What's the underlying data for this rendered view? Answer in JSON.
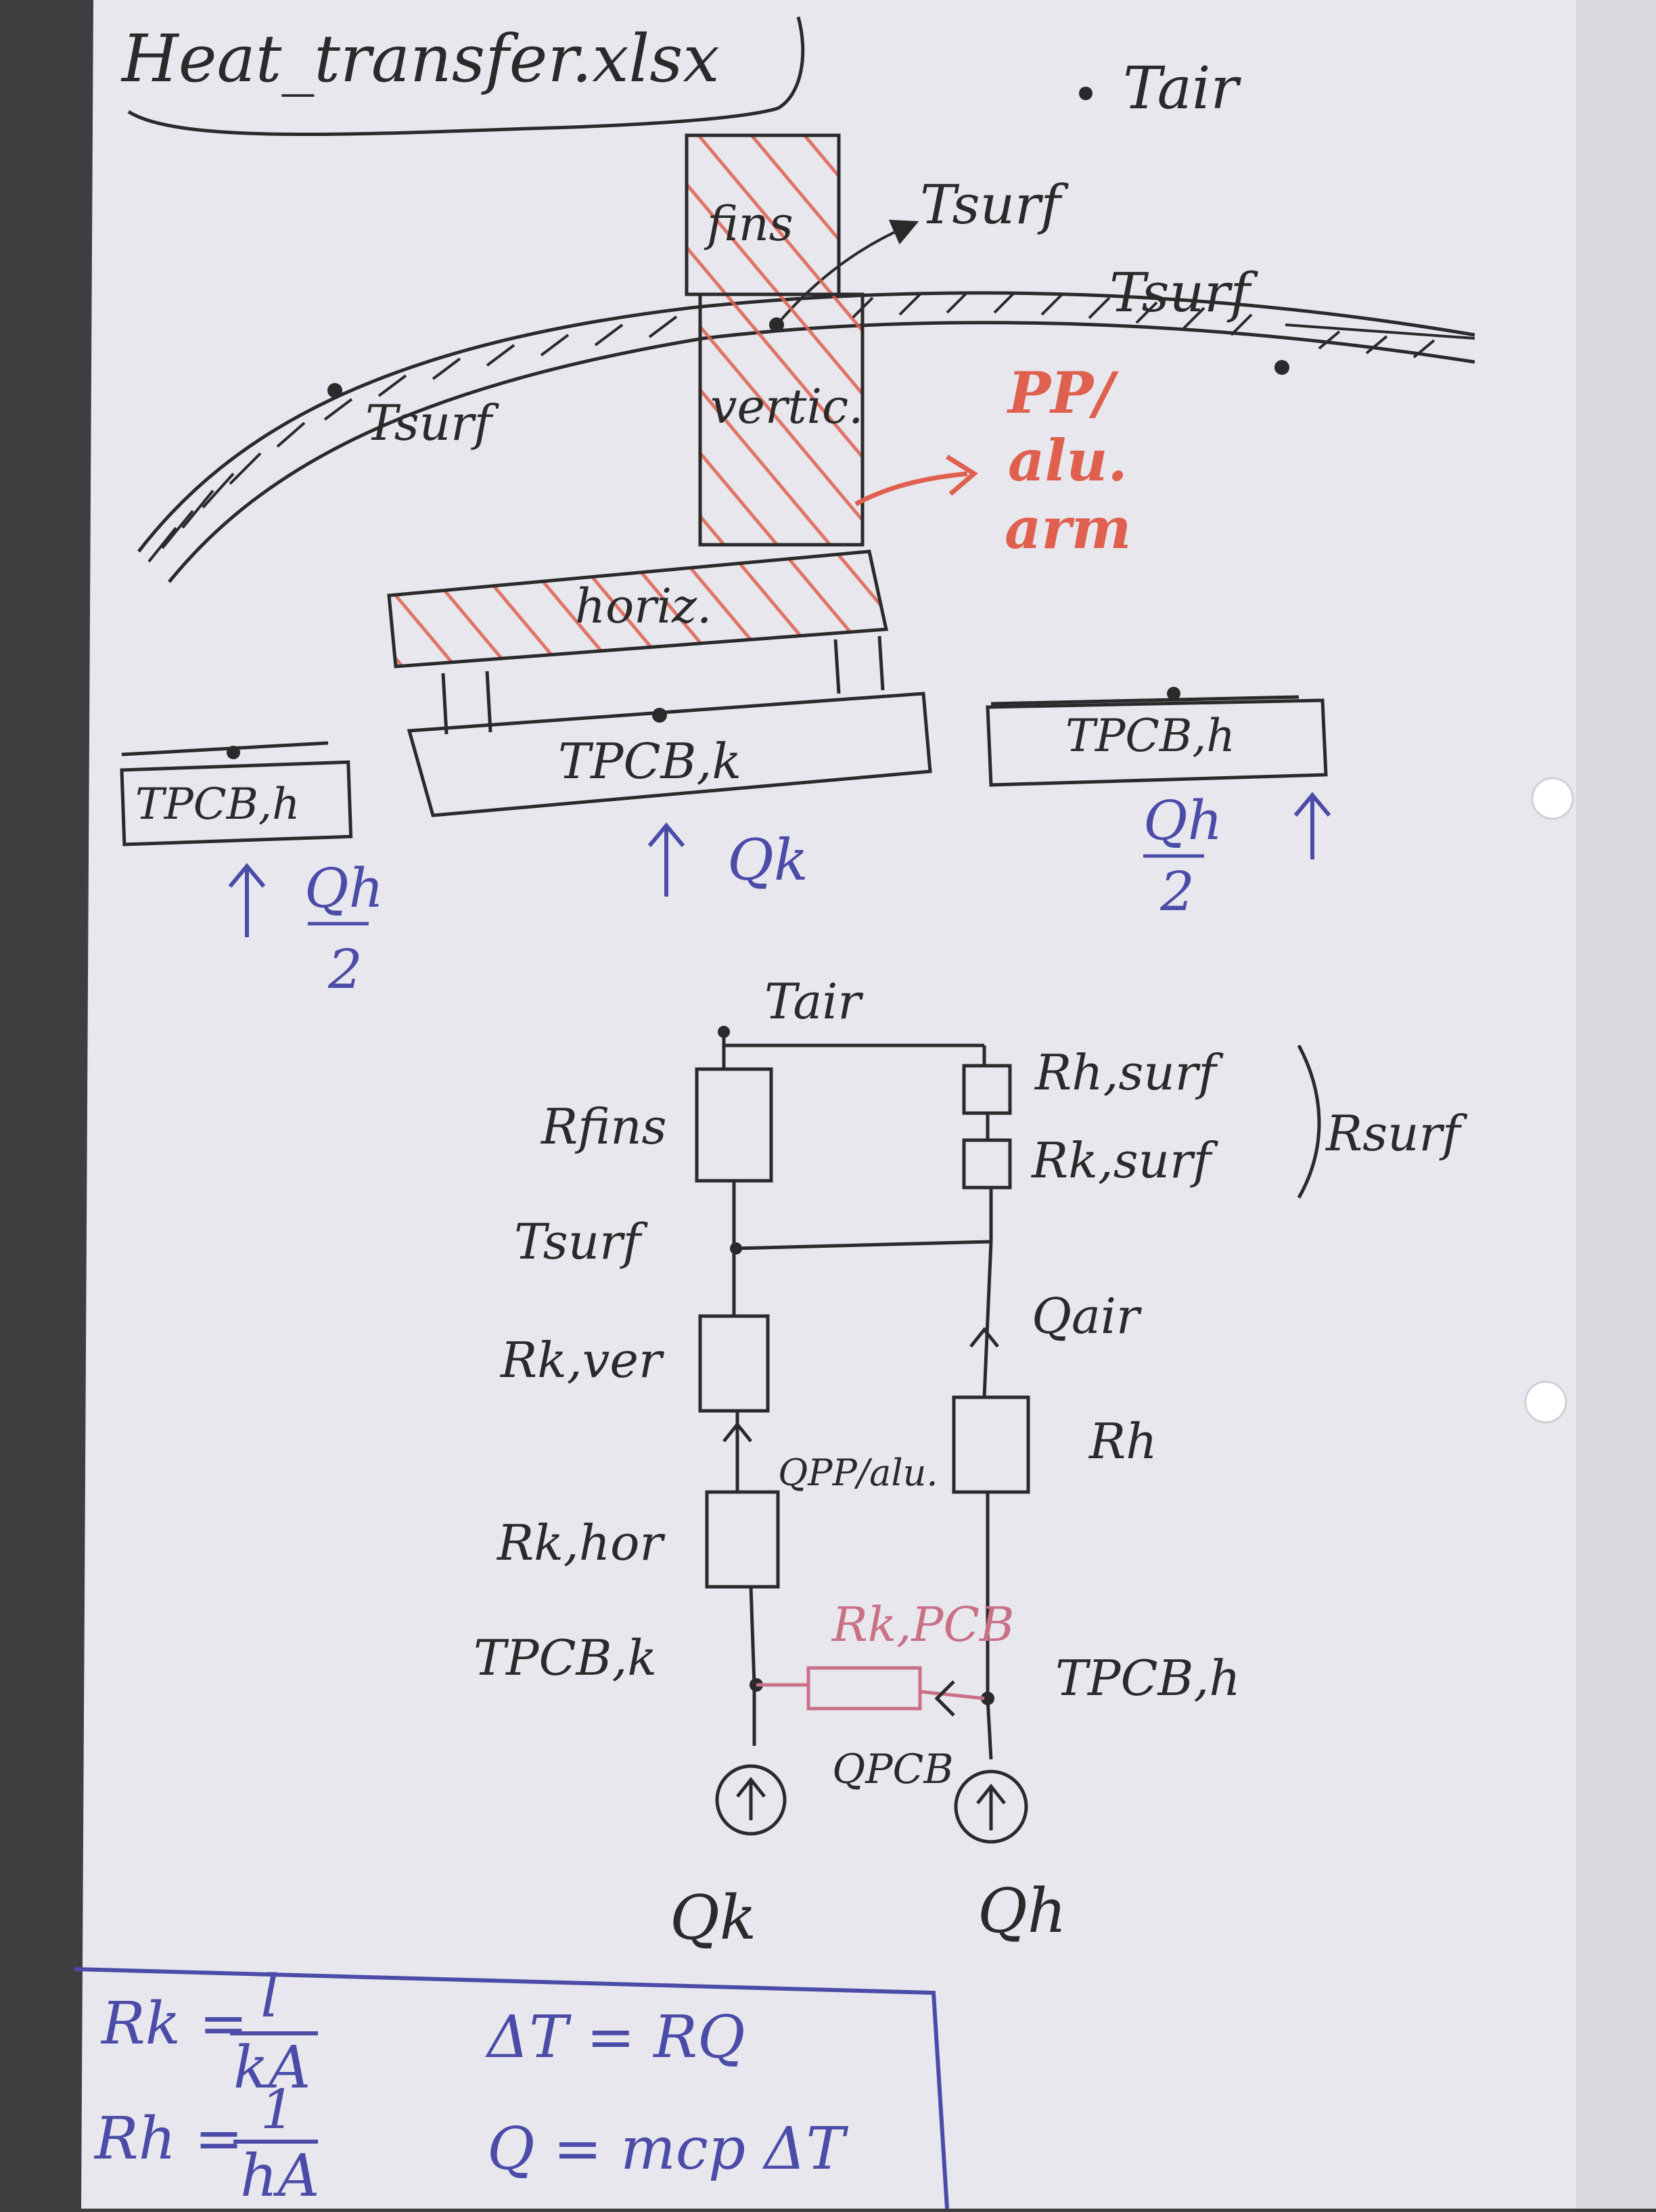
{
  "title": "Heat_transfer.xlsx",
  "colors": {
    "paper": "#e6e6ec",
    "ink": "#2a2a2a",
    "red": "#e0604f",
    "blue": "#4b4ba8",
    "pink": "#c96f86"
  },
  "sketch": {
    "t_air": "Tair",
    "fins": "fins",
    "t_surf_arrow": "Tsurf",
    "t_surf_right": "Tsurf",
    "t_surf_left": "Tsurf",
    "vertic": "vertic.",
    "material_line1": "PP/",
    "material_line2": "alu.",
    "material_line3": "arm",
    "horiz": "horiz.",
    "t_pcb_left": "TPCB,h",
    "t_pcb_center": "TPCB,k",
    "t_pcb_right": "TPCB,h",
    "q_h_label": "Qh",
    "q_h_denominator": "2",
    "q_k_label": "Qk"
  },
  "circuit": {
    "t_air": "Tair",
    "r_fins": "Rfins",
    "r_h_surf": "Rh,surf",
    "r_k_surf": "Rk,surf",
    "r_surf": "Rsurf",
    "t_surf": "Tsurf",
    "q_air": "Qair",
    "r_k_ver": "Rk,ver",
    "q_pp_alu": "QPP/alu.",
    "r_h": "Rh",
    "r_k_hor": "Rk,hor",
    "r_k_pcb": "Rk,PCB",
    "t_pcb_k": "TPCB,k",
    "t_pcb_h": "TPCB,h",
    "q_pcb": "QPCB",
    "q_k": "Qk",
    "q_h": "Qh"
  },
  "formulas": {
    "rk_lhs": "Rk =",
    "rk_num": "l",
    "rk_den": "kA",
    "rh_lhs": "Rh =",
    "rh_num": "1",
    "rh_den": "hA",
    "delta_t": "ΔT = RQ",
    "q_eq": "Q = mcp ΔT"
  }
}
